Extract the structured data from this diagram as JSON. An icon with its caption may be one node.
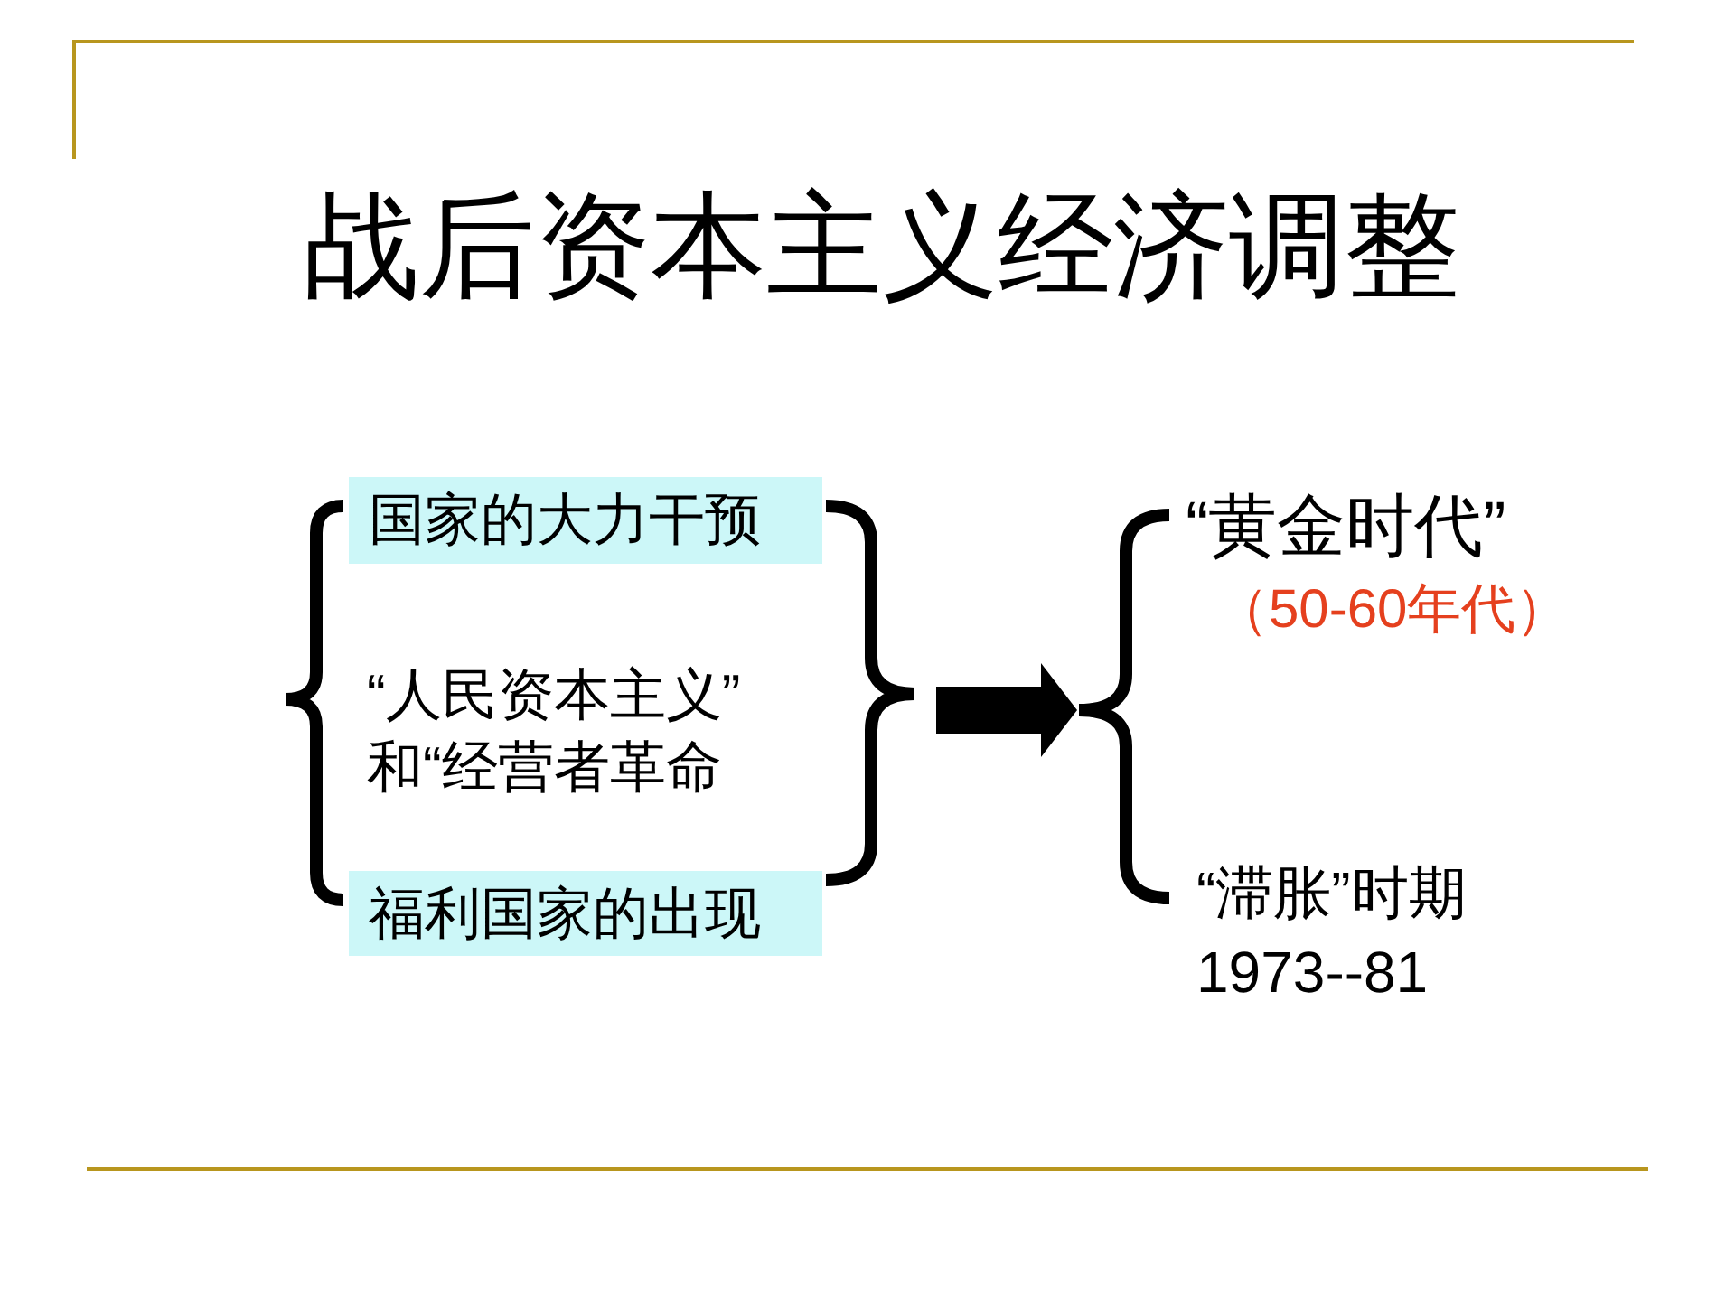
{
  "diagram": {
    "title": "战后资本主义经济调整",
    "nodes": [
      {
        "text": [],
        "shape": "brace"
      },
      {
        "text": [
          "国家的大力干预"
        ],
        "in": 0
      },
      {
        "text": [
          "“人民资本主义”和“经营者革命"
        ],
        "in": 0
      },
      {
        "text": [
          "福利国家的出现"
        ],
        "in": 0
      },
      {
        "text": [],
        "shape": "brace"
      },
      {
        "text": [
          "“黄金时代”"
        ],
        "beside": [
          "（50-60年代）"
        ],
        "in": 4
      },
      {
        "text": [
          "“滞胀”时期1973--81"
        ],
        "in": 4
      }
    ],
    "edges": [
      {
        "from": 0,
        "to": 4,
        "arrow": "to"
      }
    ]
  }
}
